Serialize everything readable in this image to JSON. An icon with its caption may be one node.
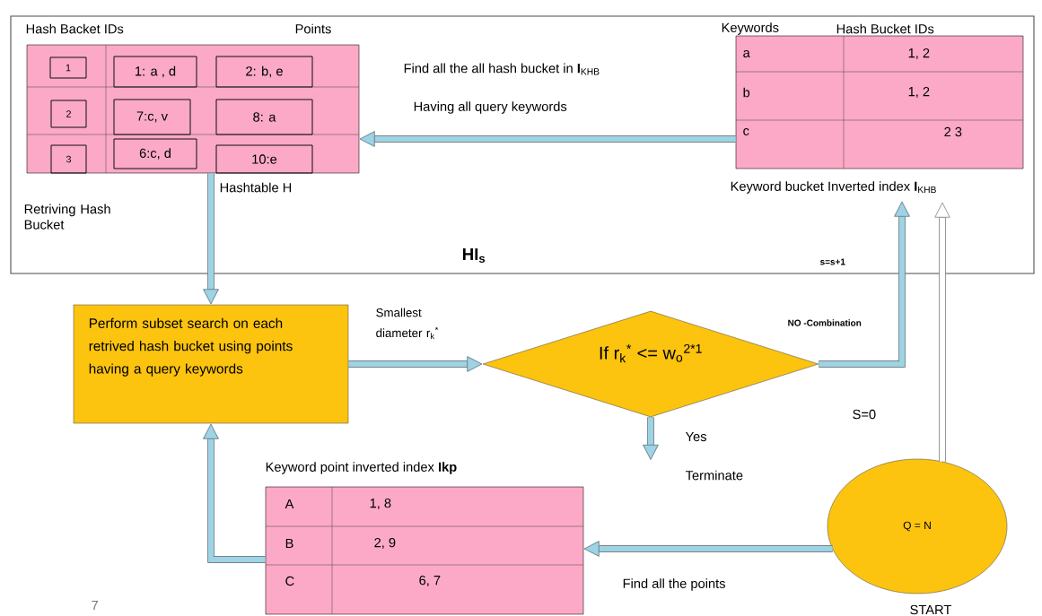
{
  "diagram": {
    "nodes": [
      {
        "text": [
          "HI$_{s}$"
        ]
      },
      {
        "text": [
          "Hash Backet IDs",
          "Points"
        ],
        "beside": [
          "Hashtable H"
        ],
        "in": 0
      },
      {
        "text": [
          "1"
        ],
        "in": 1
      },
      {
        "text": [
          "1: a , d"
        ],
        "in": 1
      },
      {
        "text": [
          "2: b, e"
        ],
        "in": 1
      },
      {
        "text": [
          "2"
        ],
        "in": 1
      },
      {
        "text": [
          "7:c, v"
        ],
        "in": 1
      },
      {
        "text": [
          "8: a"
        ],
        "in": 1
      },
      {
        "text": [
          "3"
        ],
        "in": 1
      },
      {
        "text": [
          "6:c, d"
        ],
        "in": 1
      },
      {
        "text": [
          "10:e"
        ],
        "in": 1
      },
      {
        "text": [
          "Keywords",
          "Hash Bucket IDs",
          "Keyword bucket Inverted index **I**$_{KHB}$"
        ],
        "in": 0
      },
      {
        "text": [
          "Perform subset search on each retrived hash bucket using points having a query keywords"
        ]
      },
      {
        "text": [
          "If r$_{k}$$^{*}$ <= w$_{o}$$^{2*1}$"
        ]
      },
      {
        "text": [
          "Keyword point inverted index **Ikp**"
        ]
      },
      {
        "text": [
          "Q = N"
        ],
        "beside": [
          "START"
        ]
      }
    ],
    "edges": [
      {
        "from": 11,
        "to": 1,
        "arrow": "to"
      },
      {
        "from": 1,
        "to": 12,
        "arrow": "to"
      },
      {
        "from": 12,
        "to": 13,
        "arrow": "to",
        "label": "Smallest diameter r$_{k}$$^{*}$"
      },
      {
        "from": 13,
        "to": 11,
        "arrow": "to",
        "label": "NO -Combination"
      },
      {
        "from": 15,
        "to": 11,
        "arrow": "to",
        "color": "#ffffff"
      },
      {
        "from": 15,
        "to": 14,
        "arrow": "to",
        "label": "Find all the points"
      },
      {
        "from": 14,
        "to": 12,
        "arrow": "to"
      },
      {
        "from": 13,
        "to": null,
        "arrow": "to",
        "label": "Yes"
      }
    ],
    "labels": [
      "Find all the all hash bucket in **I**$_{KHB}$",
      "Having all query keywords",
      "Retriving Hash Bucket",
      "s=s+1",
      "S=0",
      "Terminate",
      "7",
      "a",
      "1, 2",
      "b",
      "1, 2",
      "c",
      "2 3",
      "A",
      "1, 8",
      "B",
      "2, 9",
      "C",
      "6, 7"
    ]
  }
}
